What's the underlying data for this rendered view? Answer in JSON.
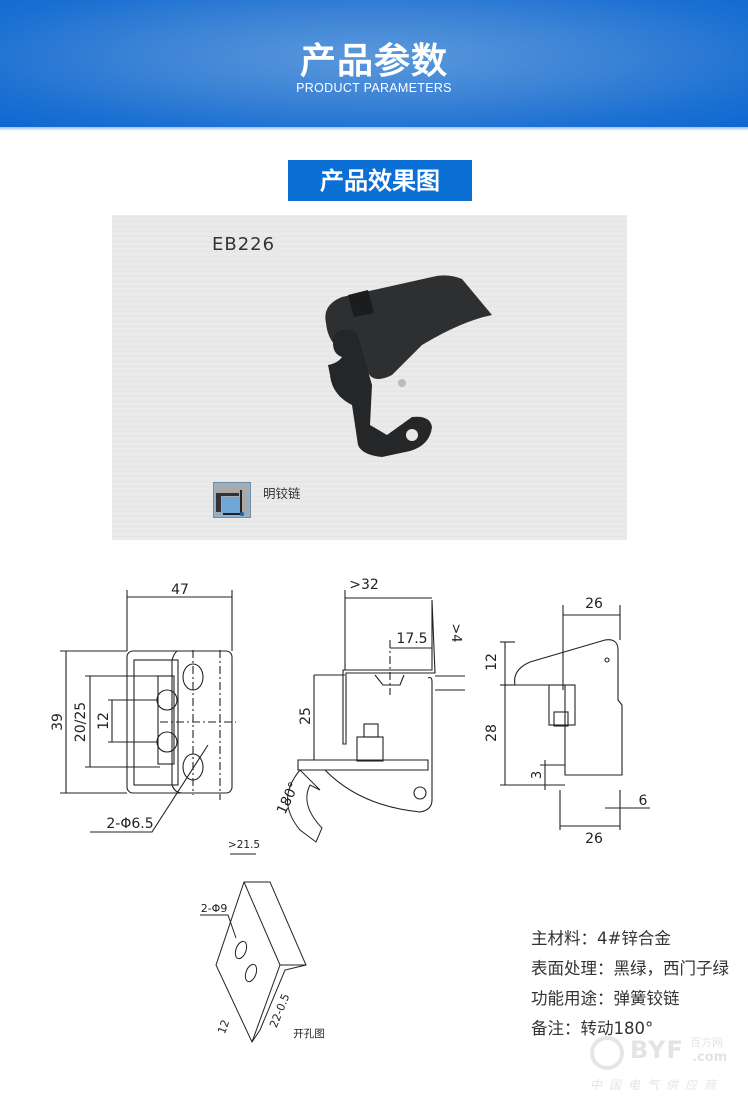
{
  "header": {
    "title": "产品参数",
    "subtitle": "PRODUCT  PARAMETERS"
  },
  "section": {
    "label": "产品效果图"
  },
  "photo": {
    "model": "EB226",
    "type_label": "明铰链",
    "type_icon": "concealed-hinge-icon"
  },
  "drawing": {
    "front": {
      "width": "47",
      "height": "39",
      "pitch": "20/25",
      "screw_pitch": "12",
      "holes": "2-Φ6.5"
    },
    "side": {
      "depth": ">32",
      "offset": "17.5",
      "thickness": ">4",
      "height": "25",
      "rotation": "180°"
    },
    "end": {
      "top_width": "26",
      "top_height": "12",
      "height": "28",
      "gap": "3",
      "edge": "6",
      "bottom_width": "26"
    },
    "cutout": {
      "width": ">21.5",
      "holes": "2-Φ9",
      "hole_pitch": "12",
      "length": "22-0.5",
      "label": "开孔图"
    }
  },
  "specs": [
    "主材料：4#锌合金",
    "表面处理：黑绿，西门子绿",
    "功能用途：弹簧铰链",
    "备注：转动180°"
  ],
  "watermark": {
    "brand": "BYF",
    "cn": "百方网",
    "domain": ".com",
    "tagline": "中国电气供应商"
  },
  "colors": {
    "header_blue": "#1a6fd2",
    "badge_blue": "#0b6fd6",
    "text": "#333333"
  }
}
